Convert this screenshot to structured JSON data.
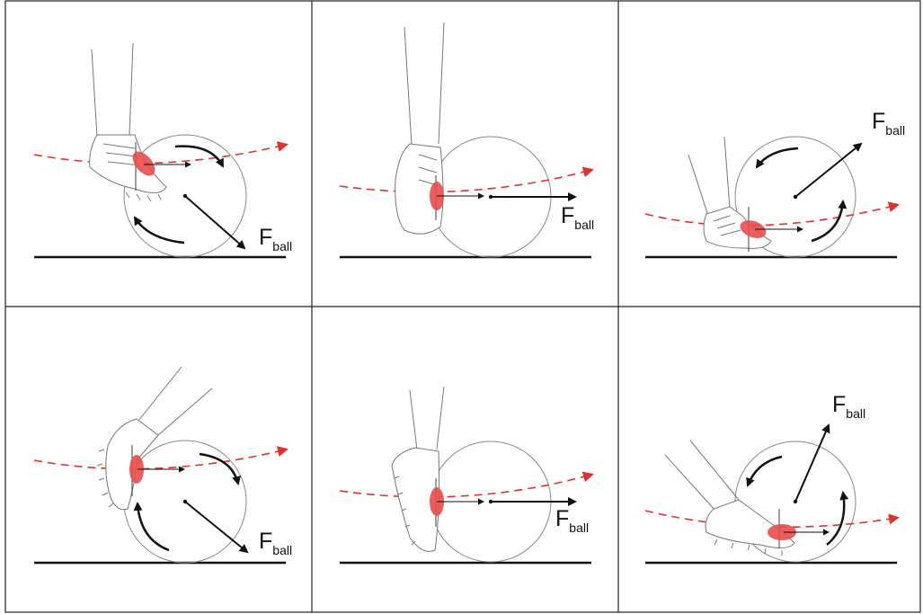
{
  "panels": [
    {
      "id": "top-left-topspin",
      "force_symbol": "F",
      "force_subscript": "ball"
    },
    {
      "id": "top-middle-center",
      "force_symbol": "F",
      "force_subscript": "ball"
    },
    {
      "id": "top-right-backspin",
      "force_symbol": "F",
      "force_subscript": "ball"
    },
    {
      "id": "bottom-left-topspin",
      "force_symbol": "F",
      "force_subscript": "ball"
    },
    {
      "id": "bottom-middle-center",
      "force_symbol": "F",
      "force_subscript": "ball"
    },
    {
      "id": "bottom-right-backspin",
      "force_symbol": "F",
      "force_subscript": "ball"
    }
  ],
  "colors": {
    "contact_patch": "#e84c4c",
    "trajectory": "#e03030",
    "ink": "#111111",
    "outline": "#888888"
  }
}
